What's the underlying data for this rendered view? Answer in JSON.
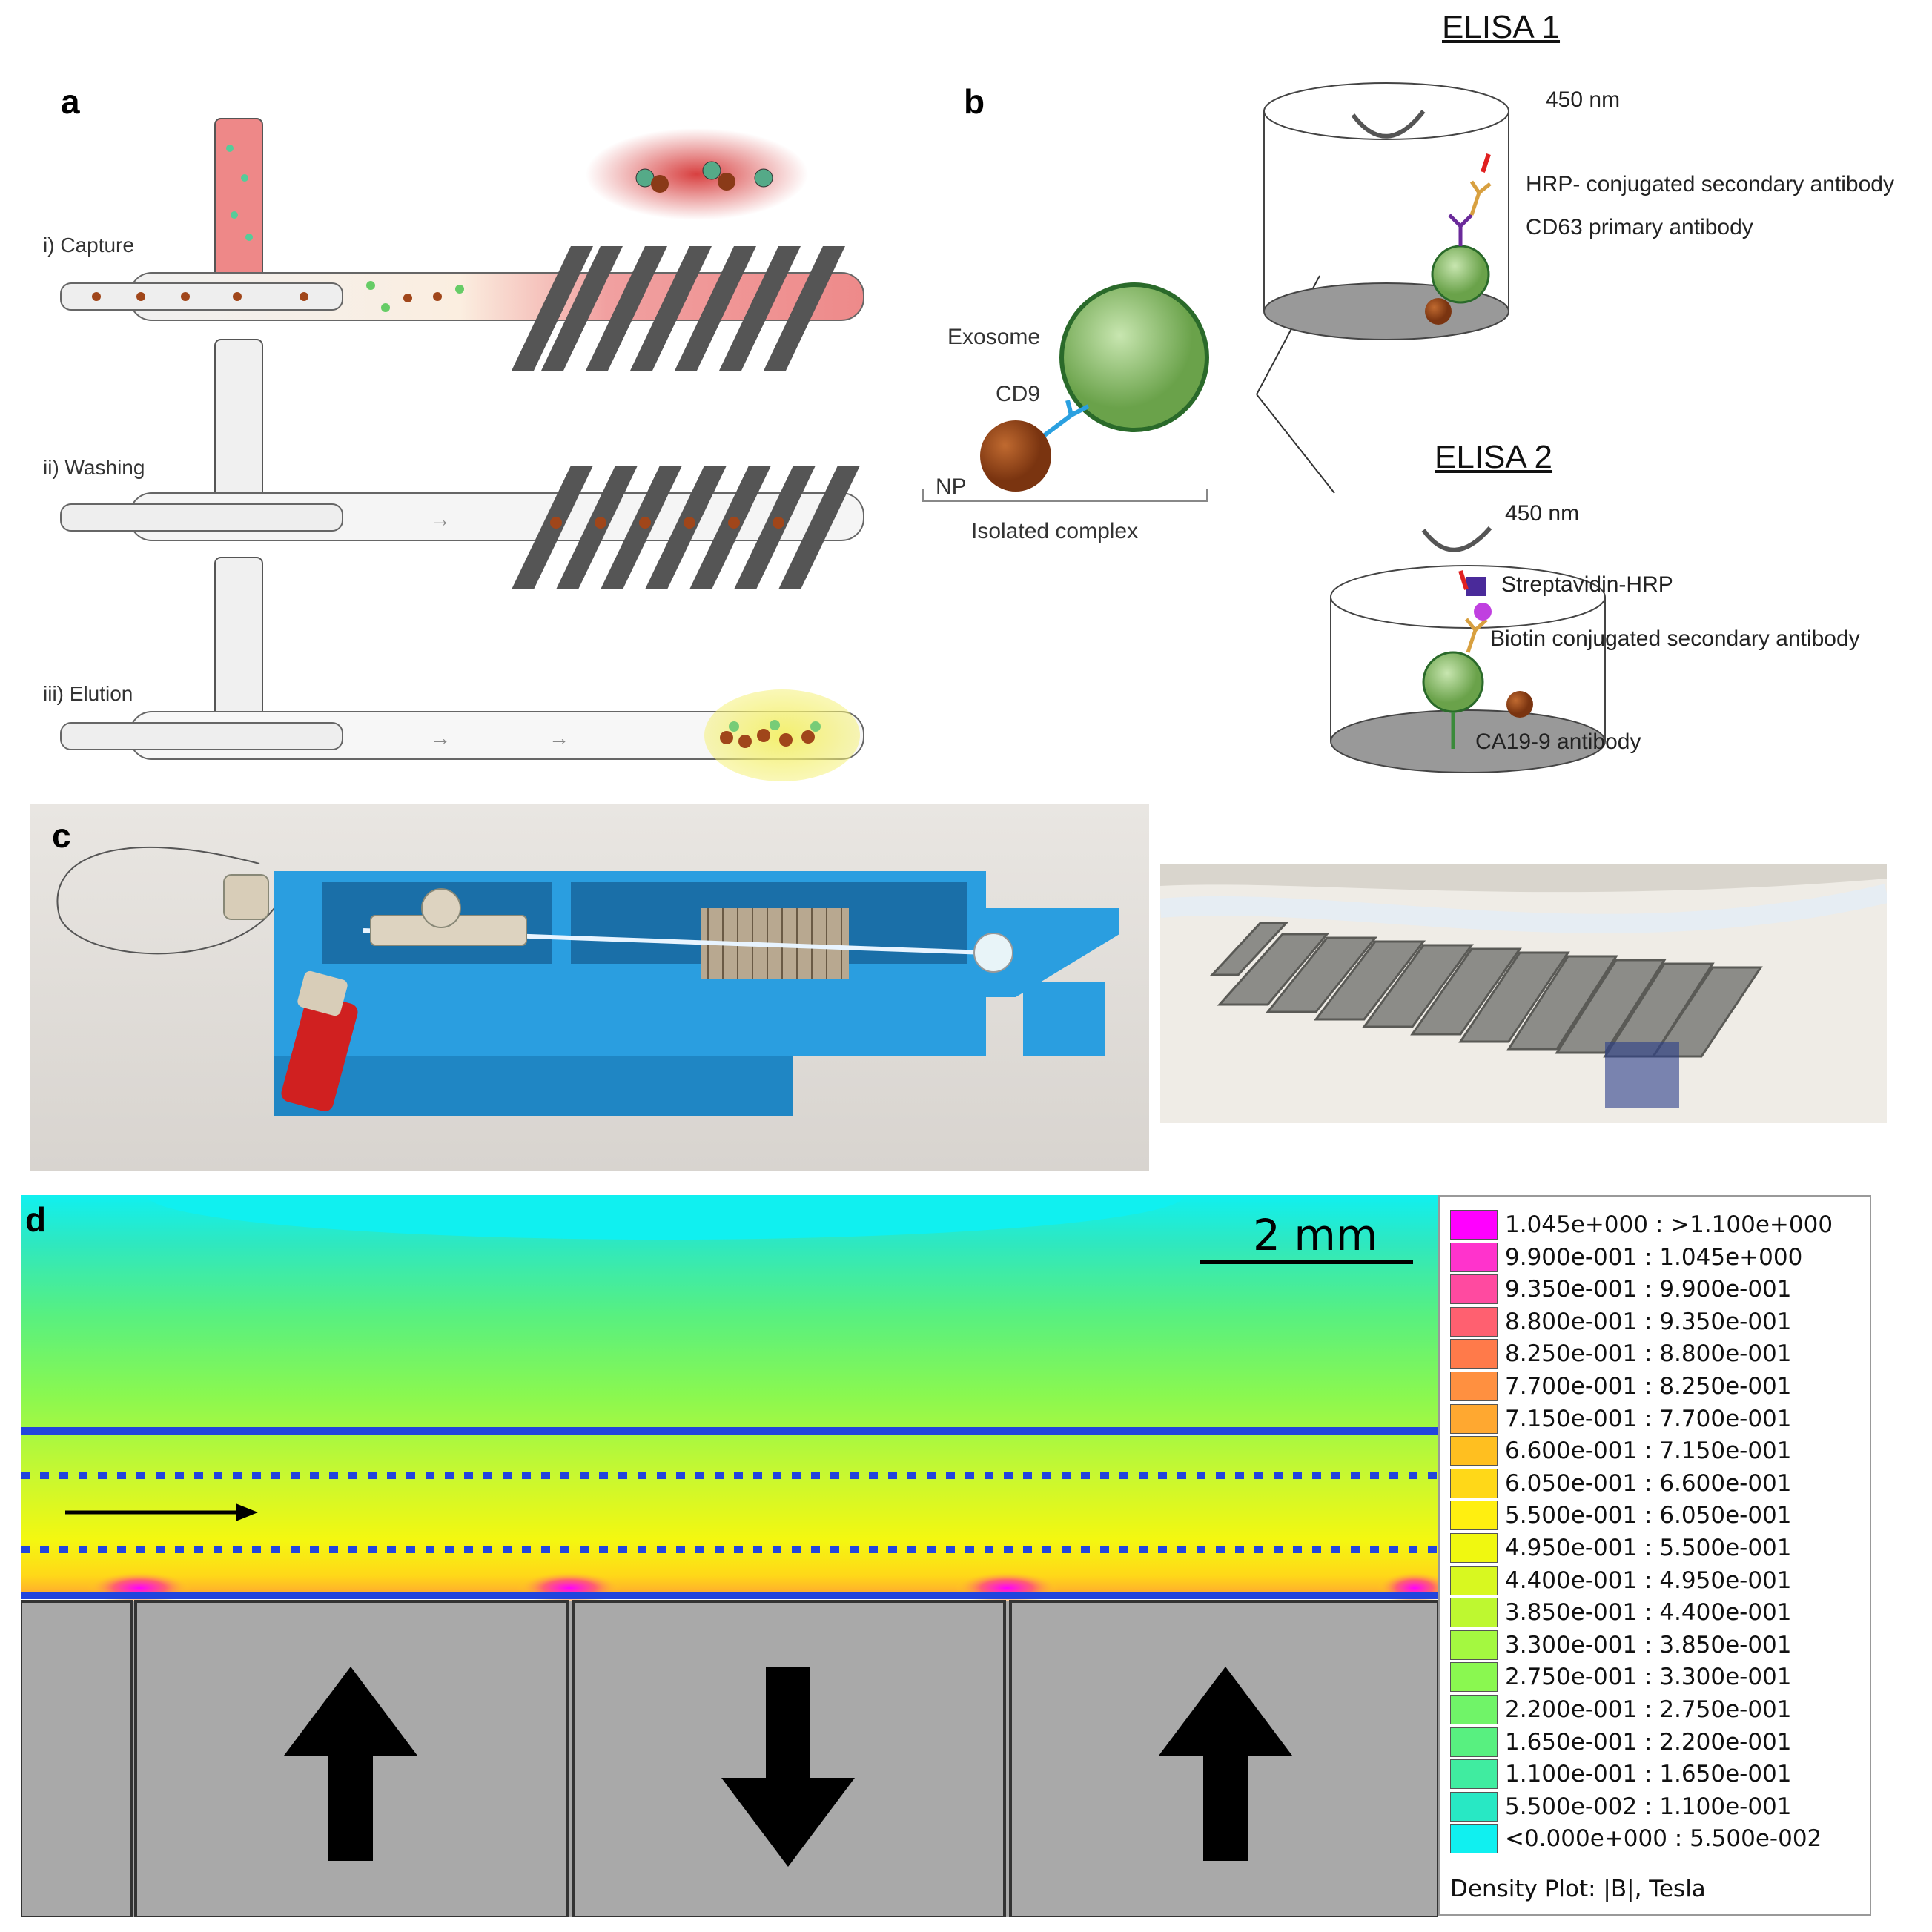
{
  "panels": {
    "a": {
      "label": "a",
      "steps": [
        "i) Capture",
        "ii) Washing",
        "iii) Elution"
      ]
    },
    "b": {
      "label": "b",
      "complex": {
        "exosome": "Exosome",
        "cd9": "CD9",
        "np": "NP",
        "caption": "Isolated complex"
      },
      "elisa1": {
        "title": "ELISA 1",
        "wavelength": "450 nm",
        "labels": [
          "HRP- conjugated secondary antibody",
          "CD63 primary antibody"
        ]
      },
      "elisa2": {
        "title": "ELISA 2",
        "wavelength": "450 nm",
        "labels": [
          "Streptavidin-HRP",
          "Biotin conjugated secondary antibody",
          "CA19-9 antibody"
        ]
      }
    },
    "c": {
      "label": "c"
    },
    "d": {
      "label": "d",
      "scale_bar": "2 mm",
      "legend_title": "Density Plot: |B|, Tesla",
      "legend": [
        {
          "range": "1.045e+000 : >1.100e+000",
          "color": "#ff00ff"
        },
        {
          "range": "9.900e-001 : 1.045e+000",
          "color": "#ff33cc"
        },
        {
          "range": "9.350e-001 : 9.900e-001",
          "color": "#ff4aa0"
        },
        {
          "range": "8.800e-001 : 9.350e-001",
          "color": "#ff6070"
        },
        {
          "range": "8.250e-001 : 8.800e-001",
          "color": "#ff7a4a"
        },
        {
          "range": "7.700e-001 : 8.250e-001",
          "color": "#ff9040"
        },
        {
          "range": "7.150e-001 : 7.700e-001",
          "color": "#ffa830"
        },
        {
          "range": "6.600e-001 : 7.150e-001",
          "color": "#ffbf20"
        },
        {
          "range": "6.050e-001 : 6.600e-001",
          "color": "#ffd818"
        },
        {
          "range": "5.500e-001 : 6.050e-001",
          "color": "#ffef10"
        },
        {
          "range": "4.950e-001 : 5.500e-001",
          "color": "#f0f810"
        },
        {
          "range": "4.400e-001 : 4.950e-001",
          "color": "#d8f820"
        },
        {
          "range": "3.850e-001 : 4.400e-001",
          "color": "#bef830"
        },
        {
          "range": "3.300e-001 : 3.850e-001",
          "color": "#a4f840"
        },
        {
          "range": "2.750e-001 : 3.300e-001",
          "color": "#8af850"
        },
        {
          "range": "2.200e-001 : 2.750e-001",
          "color": "#70f468"
        },
        {
          "range": "1.650e-001 : 2.200e-001",
          "color": "#58f080"
        },
        {
          "range": "1.100e-001 : 1.650e-001",
          "color": "#40eca0"
        },
        {
          "range": "5.500e-002 : 1.100e-001",
          "color": "#28e8c4"
        },
        {
          "range": "<0.000e+000 : 5.500e-002",
          "color": "#10f0f0"
        }
      ]
    }
  }
}
